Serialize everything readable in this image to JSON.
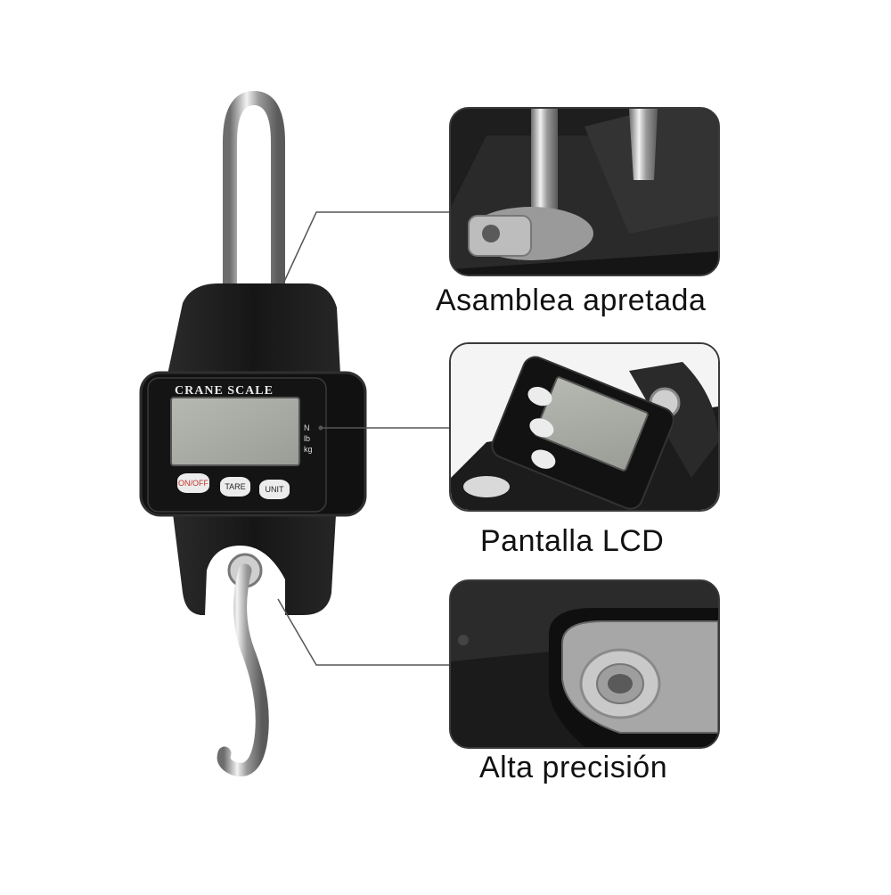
{
  "scale": {
    "brand": "CRANE SCALE",
    "units": [
      "N",
      "lb",
      "kg"
    ],
    "buttons": {
      "on_off": "ON/OFF",
      "tare": "TARE",
      "unit": "UNIT"
    }
  },
  "features": [
    {
      "caption": "Asamblea apretada"
    },
    {
      "caption": "Pantalla LCD"
    },
    {
      "caption": "Alta precisión"
    }
  ],
  "colors": {
    "body": "#1c1c1c",
    "lcd": "#a9aca6",
    "callout_line": "#555555",
    "on_off_text": "#c0392b"
  }
}
